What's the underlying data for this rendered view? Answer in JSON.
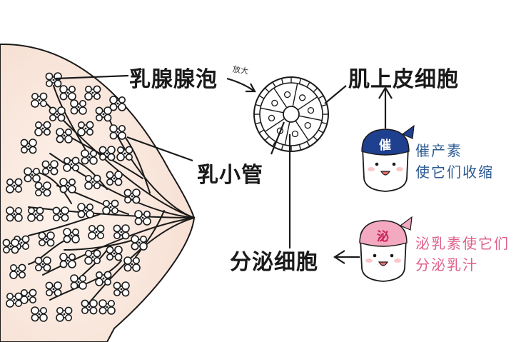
{
  "labels": {
    "alveolus": "乳腺腺泡",
    "magnify": "放大",
    "myoepithelial": "肌上皮细胞",
    "duct": "乳小管",
    "secretory": "分泌细胞"
  },
  "notes": {
    "oxytocin_char": "催",
    "oxytocin_line1": "催产素",
    "oxytocin_line2": "使它们收缩",
    "prolactin_char": "泌",
    "prolactin_line1": "泌乳素使它们",
    "prolactin_line2": "分泌乳汁"
  },
  "colors": {
    "background": "#ffffff",
    "skin": "#fbeee6",
    "ink": "#1a1a1a",
    "oxytocin_cap": "#1f3f8f",
    "oxytocin_text": "#2e5c94",
    "prolactin_cap": "#f3a9bf",
    "prolactin_text": "#e0608a"
  }
}
